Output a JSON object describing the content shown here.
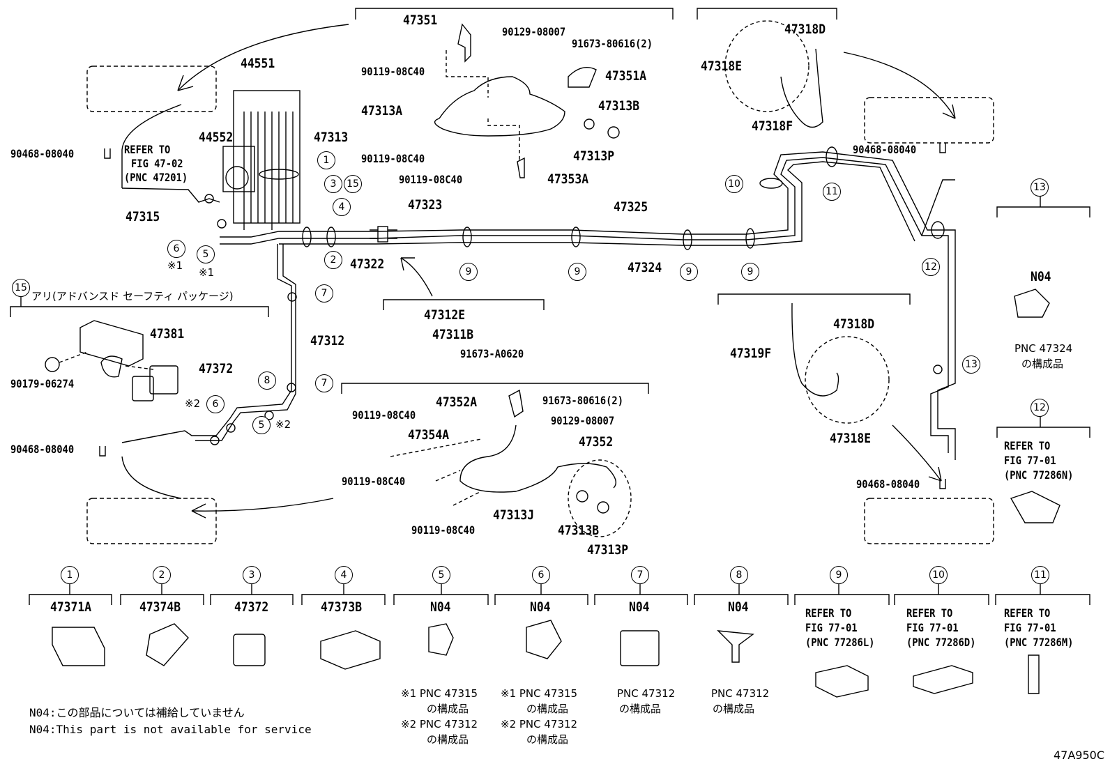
{
  "figure_code": "47A950C",
  "top_labels": {
    "l44551": "44551",
    "l44552": "44552",
    "l47313": "47313",
    "l90468a": "90468-08040",
    "ref1a": "REFER TO",
    "ref1b": "FIG 47-02",
    "ref1c": "(PNC 47201)",
    "l47315": "47315",
    "note1a": "※1",
    "note1b": "※1",
    "l47323": "47323",
    "l47322": "47322",
    "l47325": "47325",
    "l47324": "47324",
    "l47312": "47312",
    "l47351": "47351",
    "l90129a": "90129-08007",
    "l91673a": "91673-80616(2)",
    "l90119a": "90119-08C40",
    "l47351A": "47351A",
    "l47313A": "47313A",
    "l47313B": "47313B",
    "l90119b": "90119-08C40",
    "l47313P": "47313P",
    "l90119c": "90119-08C40",
    "l47353A": "47353A",
    "l47318D": "47318D",
    "l47318E": "47318E",
    "l47318F": "47318F",
    "l90468b": "90468-08040",
    "l47312E": "47312E",
    "l47311B": "47311B",
    "l91673b": "91673-A0620",
    "l47318D2": "47318D",
    "l47319F": "47319F",
    "l47318E2": "47318E",
    "l90468c": "90468-08040",
    "l90468d": "90468-08040",
    "note2a": "※2",
    "note2b": "※2",
    "l47352A": "47352A",
    "l91673c": "91673-80616(2)",
    "l90119d": "90119-08C40",
    "l90129b": "90129-08007",
    "l47354A": "47354A",
    "l47352": "47352",
    "l90119e": "90119-08C40",
    "l47313J": "47313J",
    "l90119f": "90119-08C40",
    "l47313B2": "47313B",
    "l47313P2": "47313P"
  },
  "group15": {
    "title": "アリ(アドバンスド セーフティ パッケージ)",
    "l47381": "47381",
    "l47372": "47372",
    "l90179": "90179-06274"
  },
  "callouts": {
    "c1": "1",
    "c2": "2",
    "c3": "3",
    "c15a": "15",
    "c4": "4",
    "c5a": "5",
    "c6a": "6",
    "c7a": "7",
    "c7b": "7",
    "c8": "8",
    "c6b": "6",
    "c5b": "5",
    "c9a": "9",
    "c9b": "9",
    "c9c": "9",
    "c9d": "9",
    "c10": "10",
    "c11": "11",
    "c12": "12",
    "c13": "13",
    "c15b": "15"
  },
  "side13": {
    "num": "13",
    "part": "N04",
    "n1": "PNC 47324",
    "n2": "の構成品"
  },
  "side12": {
    "num": "12",
    "r1": "REFER TO",
    "r2": "FIG 77-01",
    "r3": "(PNC 77286N)"
  },
  "bottom_parts": [
    {
      "num": "1",
      "part": "47371A"
    },
    {
      "num": "2",
      "part": "47374B"
    },
    {
      "num": "3",
      "part": "47372"
    },
    {
      "num": "4",
      "part": "47373B"
    },
    {
      "num": "5",
      "part": "N04"
    },
    {
      "num": "6",
      "part": "N04"
    },
    {
      "num": "7",
      "part": "N04"
    },
    {
      "num": "8",
      "part": "N04"
    },
    {
      "num": "9",
      "part": "REFER TO",
      "part2": "FIG 77-01",
      "part3": "(PNC 77286L)"
    },
    {
      "num": "10",
      "part": "REFER TO",
      "part2": "FIG 77-01",
      "part3": "(PNC 77286D)"
    },
    {
      "num": "11",
      "part": "REFER TO",
      "part2": "FIG 77-01",
      "part3": "(PNC 77286M)"
    }
  ],
  "notes": {
    "n5a": "※1 PNC 47315",
    "n5b": "の構成品",
    "n5c": "※2 PNC 47312",
    "n5d": "の構成品",
    "n6a": "※1 PNC 47315",
    "n6b": "の構成品",
    "n6c": "※2 PNC 47312",
    "n6d": "の構成品",
    "n7a": "PNC 47312",
    "n7b": "の構成品",
    "n8a": "PNC 47312",
    "n8b": "の構成品"
  },
  "legend": {
    "jp": "N04:この部品については補給していません",
    "en": "N04:This part is not available for service"
  }
}
